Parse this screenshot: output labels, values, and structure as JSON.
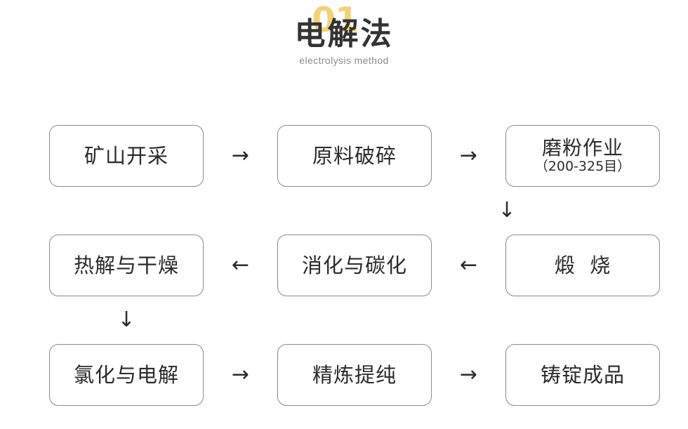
{
  "header": {
    "badge_number": "01",
    "title_cn": "电解法",
    "title_en": "electrolysis method",
    "badge_color": "#F2D278",
    "title_color": "#333333",
    "subtitle_color": "#8c8c8c"
  },
  "flow": {
    "border_color": "#8b8b8b",
    "text_color": "#2b2b2b",
    "rows": [
      {
        "id": "row-1",
        "direction": "left-to-right",
        "nodes": [
          {
            "label": "矿山开采",
            "sub": ""
          },
          {
            "label": "原料破碎",
            "sub": ""
          },
          {
            "label": "磨粉作业",
            "sub": "（200-325目）"
          }
        ],
        "arrows": [
          "→",
          "→"
        ]
      },
      {
        "id": "row-2",
        "direction": "right-to-left",
        "nodes": [
          {
            "label": "热解与干燥",
            "sub": ""
          },
          {
            "label": "消化与碳化",
            "sub": ""
          },
          {
            "label": "煅  烧",
            "sub": ""
          }
        ],
        "arrows": [
          "←",
          "←"
        ]
      },
      {
        "id": "row-3",
        "direction": "left-to-right",
        "nodes": [
          {
            "label": "氯化与电解",
            "sub": ""
          },
          {
            "label": "精炼提纯",
            "sub": ""
          },
          {
            "label": "铸锭成品",
            "sub": ""
          }
        ],
        "arrows": [
          "→",
          "→"
        ]
      }
    ],
    "vertical_arrows": {
      "after_row1": "↓",
      "after_row2": "↓"
    }
  }
}
